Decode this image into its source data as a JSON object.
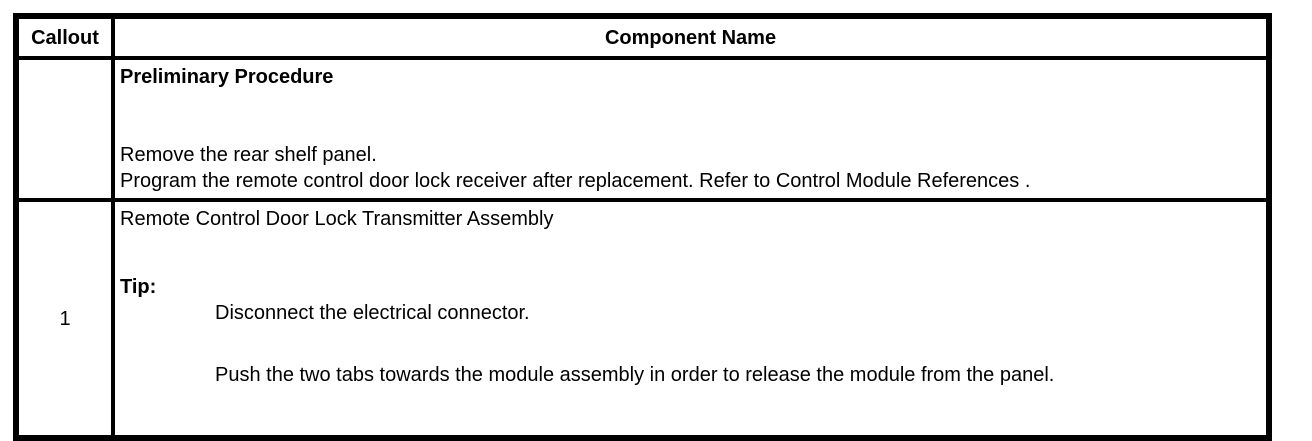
{
  "page": {
    "background": "#ffffff",
    "border_color": "#000000",
    "text_color": "#000000"
  },
  "table": {
    "header": {
      "callout": "Callout",
      "component": "Component Name"
    },
    "rows": [
      {
        "callout": "",
        "heading": "Preliminary Procedure",
        "lines": [
          "Remove the rear shelf panel.",
          "Program the remote control door lock receiver after replacement. Refer to Control Module References ."
        ]
      },
      {
        "callout": "1",
        "component": "Remote Control Door Lock Transmitter Assembly",
        "tip_label": "Tip:",
        "tip_lines": [
          "Disconnect the electrical connector.",
          "Push the two tabs towards the module assembly in order to release the module from the panel."
        ]
      }
    ]
  }
}
